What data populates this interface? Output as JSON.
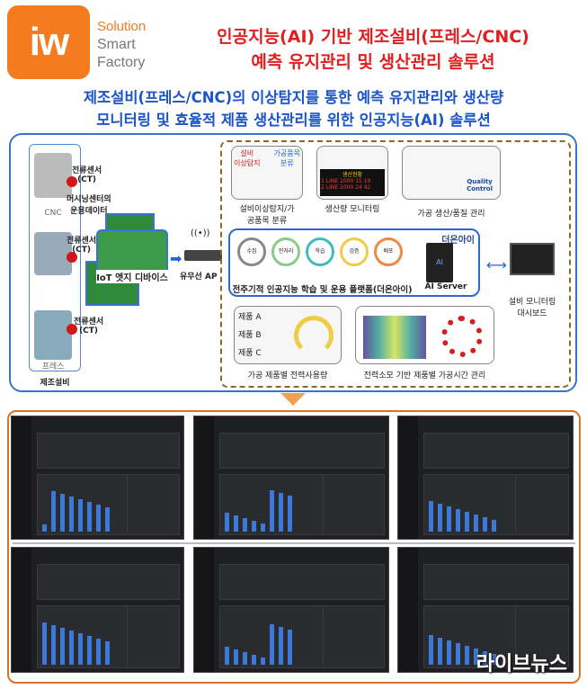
{
  "logo": {
    "text": "iw"
  },
  "brand": {
    "line1": "Solution",
    "line2": "Smart",
    "line3": "Factory"
  },
  "title": {
    "line1": "인공지능(AI) 기반 제조설비(프레스/CNC)",
    "line2": "예측 유지관리 및 생산관리 솔루션"
  },
  "subtitle": {
    "line1": "제조설비(프레스/CNC)의 이상탐지를 통한 예측 유지관리와 생산량",
    "line2": "모니터링 및 효율적 제품 생산관리를 위한 인공지능(AI) 솔루션"
  },
  "diagram": {
    "equipment_label": "제조설비",
    "cnc": "CNC",
    "press": "프레스",
    "ct1": "전류센서\n(CT)",
    "ct2": "전류센서\n(CT)",
    "ct3": "전류센서\n(CT)",
    "machining_data": "머시닝센터의\n운용데이터",
    "iot": "IoT 엣지 디바이스",
    "ap": "유무선 AP",
    "card1": "설비이상탐지/가\n공품목 분류",
    "card1_tag1": "설비\n이상탐지",
    "card1_tag2": "가공품목\n분류",
    "card2": "생산량 모니터링",
    "card2_board": "생산현황",
    "card2_rows": [
      "1 LINE  1000  15  19",
      "2 LINE  2000  24  42"
    ],
    "card3": "가공 생산/품질 관리",
    "card3_tag": "Quality\nControl",
    "platform": "전주기적 인공지능 학습 및 운용 플랫폼(더온아이)",
    "platform_brand": "더온아이",
    "ai_server": "AI Server",
    "ai_chip": "AI",
    "steps": [
      "수집",
      "전처리",
      "학습",
      "검증",
      "배포"
    ],
    "monitor": "설비 모니터링\n대시보드",
    "products": [
      "제품 A",
      "제품 B",
      "제품 C"
    ],
    "card4": "가공 제품별 전력사용량",
    "card5": "전력소모 기반 제품별 가공시간 관리"
  },
  "watermark": "라이브뉴스",
  "colors": {
    "brand": "#f47b20",
    "title": "#e02020",
    "subtitle": "#1c56c6",
    "frame": "#3a73d0",
    "bottom_frame": "#d8742a"
  }
}
